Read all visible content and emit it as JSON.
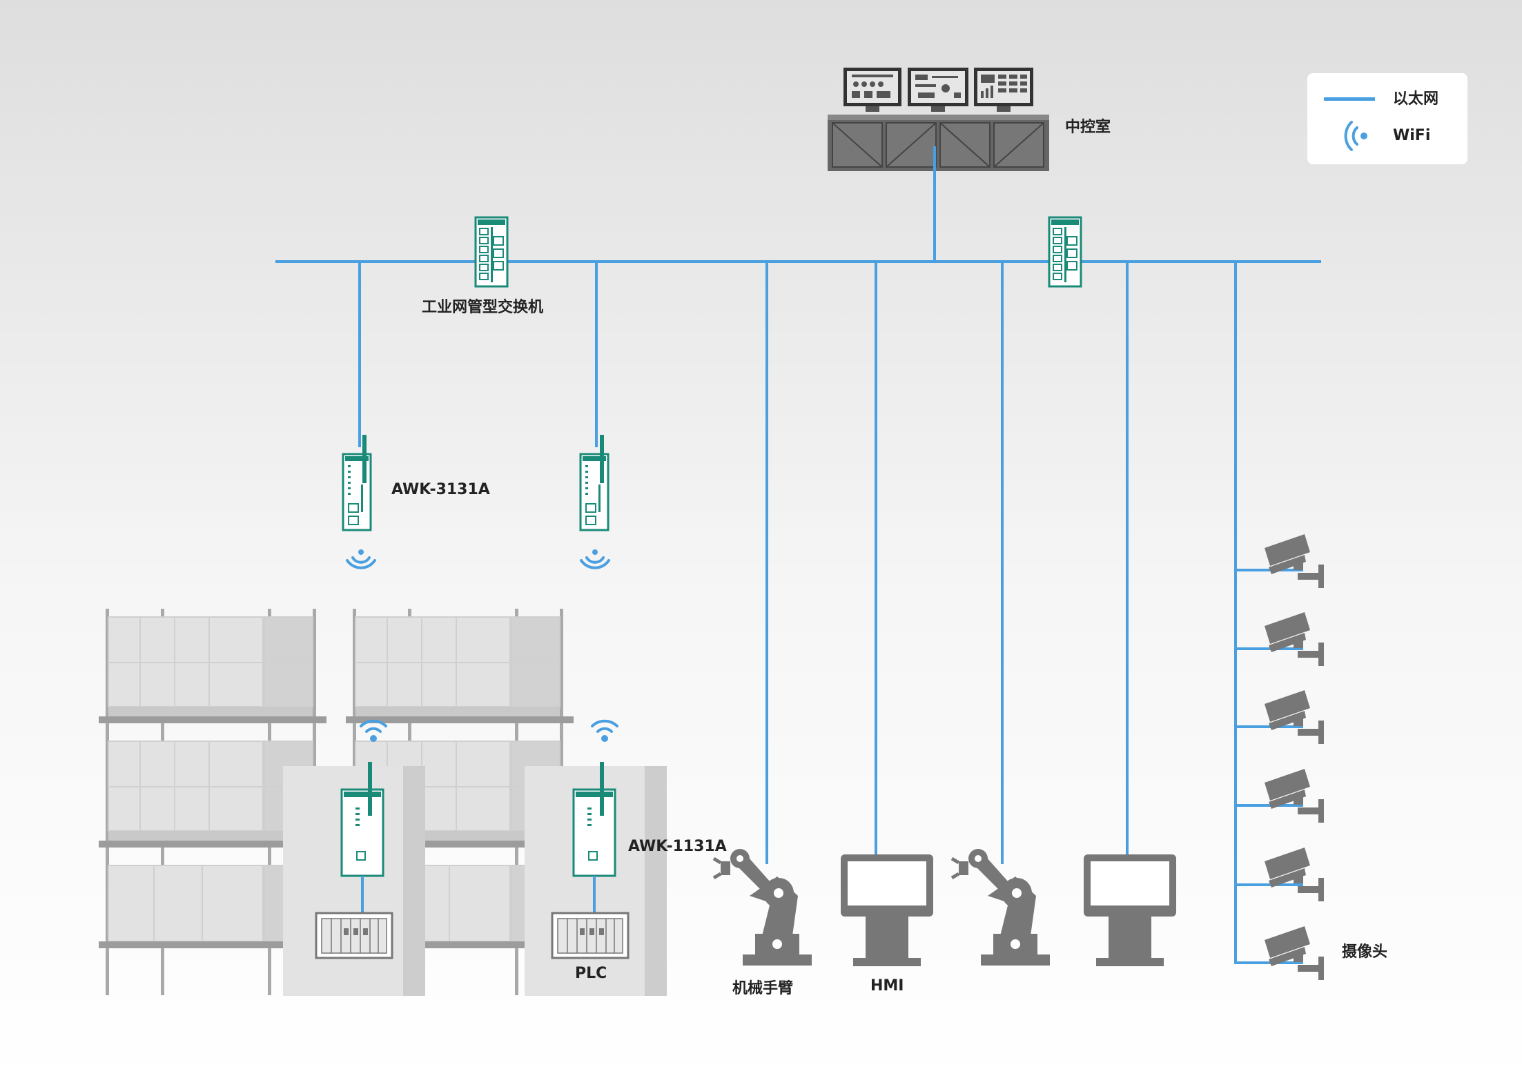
{
  "labels": {
    "control_room": "中控室",
    "switch": "工业网管型交换机",
    "awk3131": "AWK-3131A",
    "awk1131": "AWK-1131A",
    "plc": "PLC",
    "robot_arm": "机械手臂",
    "hmi": "HMI",
    "camera": "摄像头"
  },
  "legend": {
    "ethernet": "以太网",
    "wifi": "WiFi"
  },
  "colors": {
    "ethernet": "#4a9fe0",
    "device_green": "#1a8a78",
    "machine_gray": "#777777",
    "rack_gray": "#b8b8b8"
  }
}
